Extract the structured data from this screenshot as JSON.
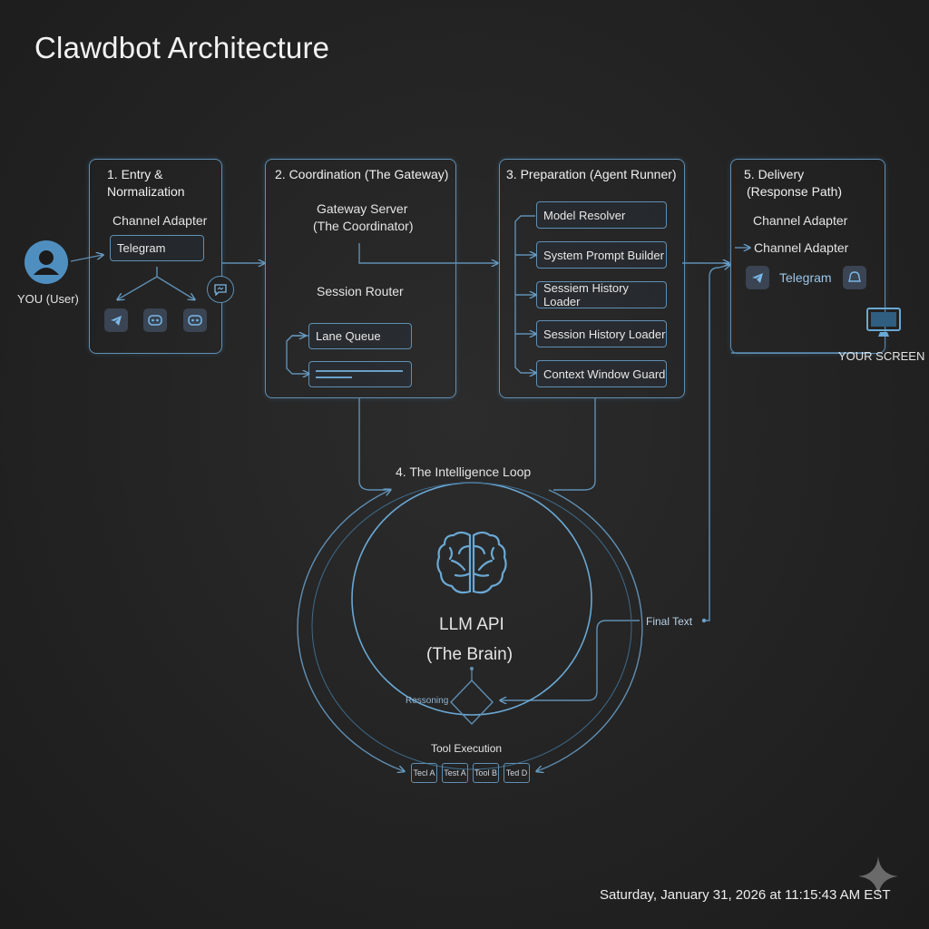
{
  "title": "Clawdbot Architecture",
  "user_label": "YOU (User)",
  "entry": {
    "title_line1": "1. Entry &",
    "title_line2": "Normalization",
    "adapter": "Channel Adapter",
    "telegram": "Telegram"
  },
  "gateway": {
    "title": "2. Coordination (The Gateway)",
    "server_line1": "Gateway Server",
    "server_line2": "(The Coordinator)",
    "router": "Session Router",
    "lane_queue": "Lane Queue"
  },
  "prep": {
    "title": "3. Preparation (Agent Runner)",
    "items": [
      "Model Resolver",
      "System Prompt Builder",
      "Sessiem History Loader",
      "Session History Loader",
      "Context Window Guard"
    ]
  },
  "delivery": {
    "title_line1": "5. Delivery",
    "title_line2": "(Response Path)",
    "adapter1": "Channel Adapter",
    "adapter2": "Channel Adapter",
    "telegram": "Telegram",
    "screen": "YOUR SCREEN"
  },
  "loop": {
    "title": "4. The Intelligence Loop",
    "llm_line1": "LLM API",
    "llm_line2": "(The Brain)",
    "reasoning": "Ressoning",
    "final_text": "Final Text",
    "tool_execution": "Tool Execution",
    "tools": [
      "Tecl A",
      "Test A",
      "Tool B",
      "Ted D"
    ]
  },
  "timestamp": "Saturday, January 31, 2026 at 11:15:43 AM EST",
  "colors": {
    "accent": "#5f8fb4",
    "background": "#232323",
    "icon_bg": "#3a4452"
  }
}
